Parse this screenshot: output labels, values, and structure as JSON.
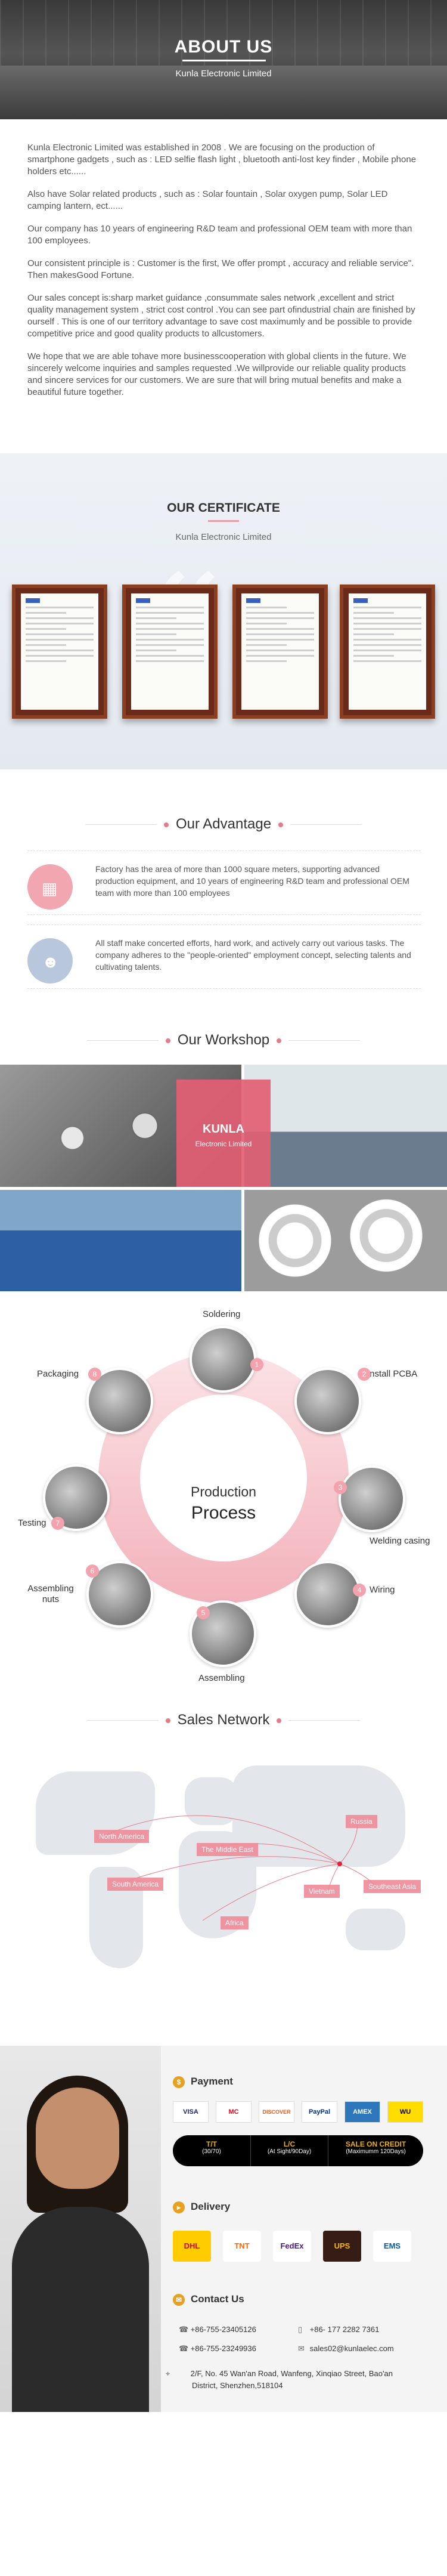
{
  "hero": {
    "title": "ABOUT US",
    "subtitle": "Kunla Electronic Limited"
  },
  "about": {
    "paragraphs": [
      "Kunla Electronic Limited was established in 2008 . We are focusing on the production of smartphone gadgets , such as : LED selfie flash light , bluetooth anti-lost key finder , Mobile phone holders etc......",
      "Also have Solar related products , such as : Solar fountain , Solar oxygen pump, Solar LED camping lantern, ect......",
      "Our company has 10 years of engineering R&D team and professional OEM team with more than 100 employees.",
      "Our consistent principle is : Customer is the first, We offer prompt , accuracy and reliable service\". Then makesGood Fortune.",
      "Our sales concept is:sharp market guidance ,consummate sales network ,excellent and strict quality management system , strict cost control .You can see part ofindustrial chain are finished by ourself . This is one of our territory advantage to save cost maximumly and be possible to provide competitive price and good quality products to allcustomers.",
      "We hope that we are able tohave more businesscooperation with global clients in the future. We sincerely welcome inquiries and samples requested .We willprovide our reliable quality products and sincere services for our customers. We are sure that will bring mutual benefits and make a beautiful future together."
    ]
  },
  "certificate": {
    "title": "OUR CERTIFICATE",
    "subtitle": "Kunla Electronic Limited"
  },
  "advantage": {
    "title": "Our Advantage",
    "items": [
      {
        "icon": "factory-icon",
        "text": "Factory has the area of more than 1000 square meters, supporting advanced production equipment, and 10 years of engineering R&D team and professional OEM team with more than 100 employees"
      },
      {
        "icon": "people-icon",
        "text": "All staff make concerted efforts, hard work, and actively carry out various tasks. The company adheres to the \"people-oriented\" employment concept, selecting talents and cultivating talents."
      }
    ]
  },
  "workshop": {
    "title": "Our Workshop",
    "brand": "KUNLA",
    "brand_sub": "Electronic Limited"
  },
  "process": {
    "center_title": "Production",
    "center_title2": "Process",
    "steps": [
      {
        "num": "1",
        "label": "Soldering"
      },
      {
        "num": "2",
        "label": "Install PCBA"
      },
      {
        "num": "3",
        "label": "Welding casing"
      },
      {
        "num": "4",
        "label": "Wiring"
      },
      {
        "num": "5",
        "label": "Assembling"
      },
      {
        "num": "6",
        "label": "Assembling nuts"
      },
      {
        "num": "7",
        "label": "Testing"
      },
      {
        "num": "8",
        "label": "Packaging"
      }
    ]
  },
  "sales": {
    "title": "Sales Network",
    "regions": [
      "North America",
      "The Middle East",
      "Russia",
      "South America",
      "Vietnam",
      "Southeast Asia",
      "Africa"
    ]
  },
  "payment": {
    "title": "Payment",
    "cards": [
      "VISA",
      "MC",
      "DISCOVER",
      "PayPal",
      "AMEX",
      "WU"
    ],
    "terms": [
      {
        "head": "T/T",
        "sub": "(30/70)"
      },
      {
        "head": "L/C",
        "sub": "(At Sight/90Day)"
      },
      {
        "head": "SALE ON CREDIT",
        "sub": "(Maximumm 120Days)"
      }
    ]
  },
  "delivery": {
    "title": "Delivery",
    "carriers": [
      "DHL",
      "TNT",
      "FedEx",
      "UPS",
      "EMS"
    ]
  },
  "contact": {
    "title": "Contact Us",
    "phone1": "+86-755-23405126",
    "phone2": "+86-755-23249936",
    "mobile": "+86- 177 2282 7361",
    "email": "sales02@kunlaelec.com",
    "address": "2/F, No. 45 Wan'an Road, Wanfeng, Xinqiao Street, Bao'an District, Shenzhen,518104"
  },
  "colors": {
    "accent": "#e57a89",
    "gold": "#e8a020"
  }
}
